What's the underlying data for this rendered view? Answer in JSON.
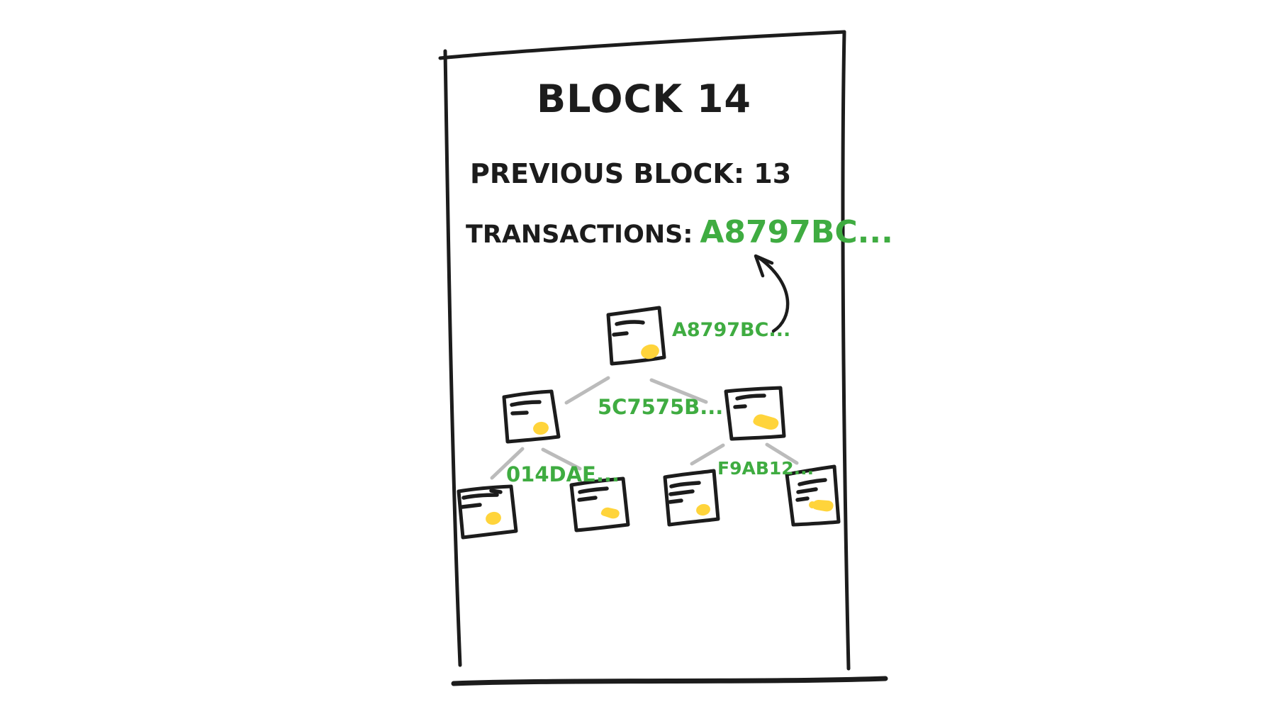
{
  "block_card": {
    "title": "BLOCK 14",
    "previous_block": "PREVIOUS BLOCK: 13",
    "transactions": {
      "label": "TRANSACTIONS:",
      "value": "A8797BC..."
    }
  },
  "merkle_tree": {
    "root": {
      "label": "A8797BC...",
      "icon": "document-with-coin-icon"
    },
    "intermediate": {
      "label": "5C7575B...",
      "icon": "document-with-coin-icon"
    },
    "left_leaf_pair": {
      "label": "014DAE...",
      "icon": "document-with-coin-icon"
    },
    "right_leaf_pair": {
      "label": "F9AB12...",
      "icon": "document-with-coin-icon"
    },
    "arrow_icon": "curved-arrow-icon"
  },
  "colors": {
    "hash_green": "#3fac41",
    "ink": "#1c1c1c",
    "edge_gray": "#bbbbbb",
    "coin_yellow": "#ffd43b",
    "paper_white": "#ffffff"
  }
}
